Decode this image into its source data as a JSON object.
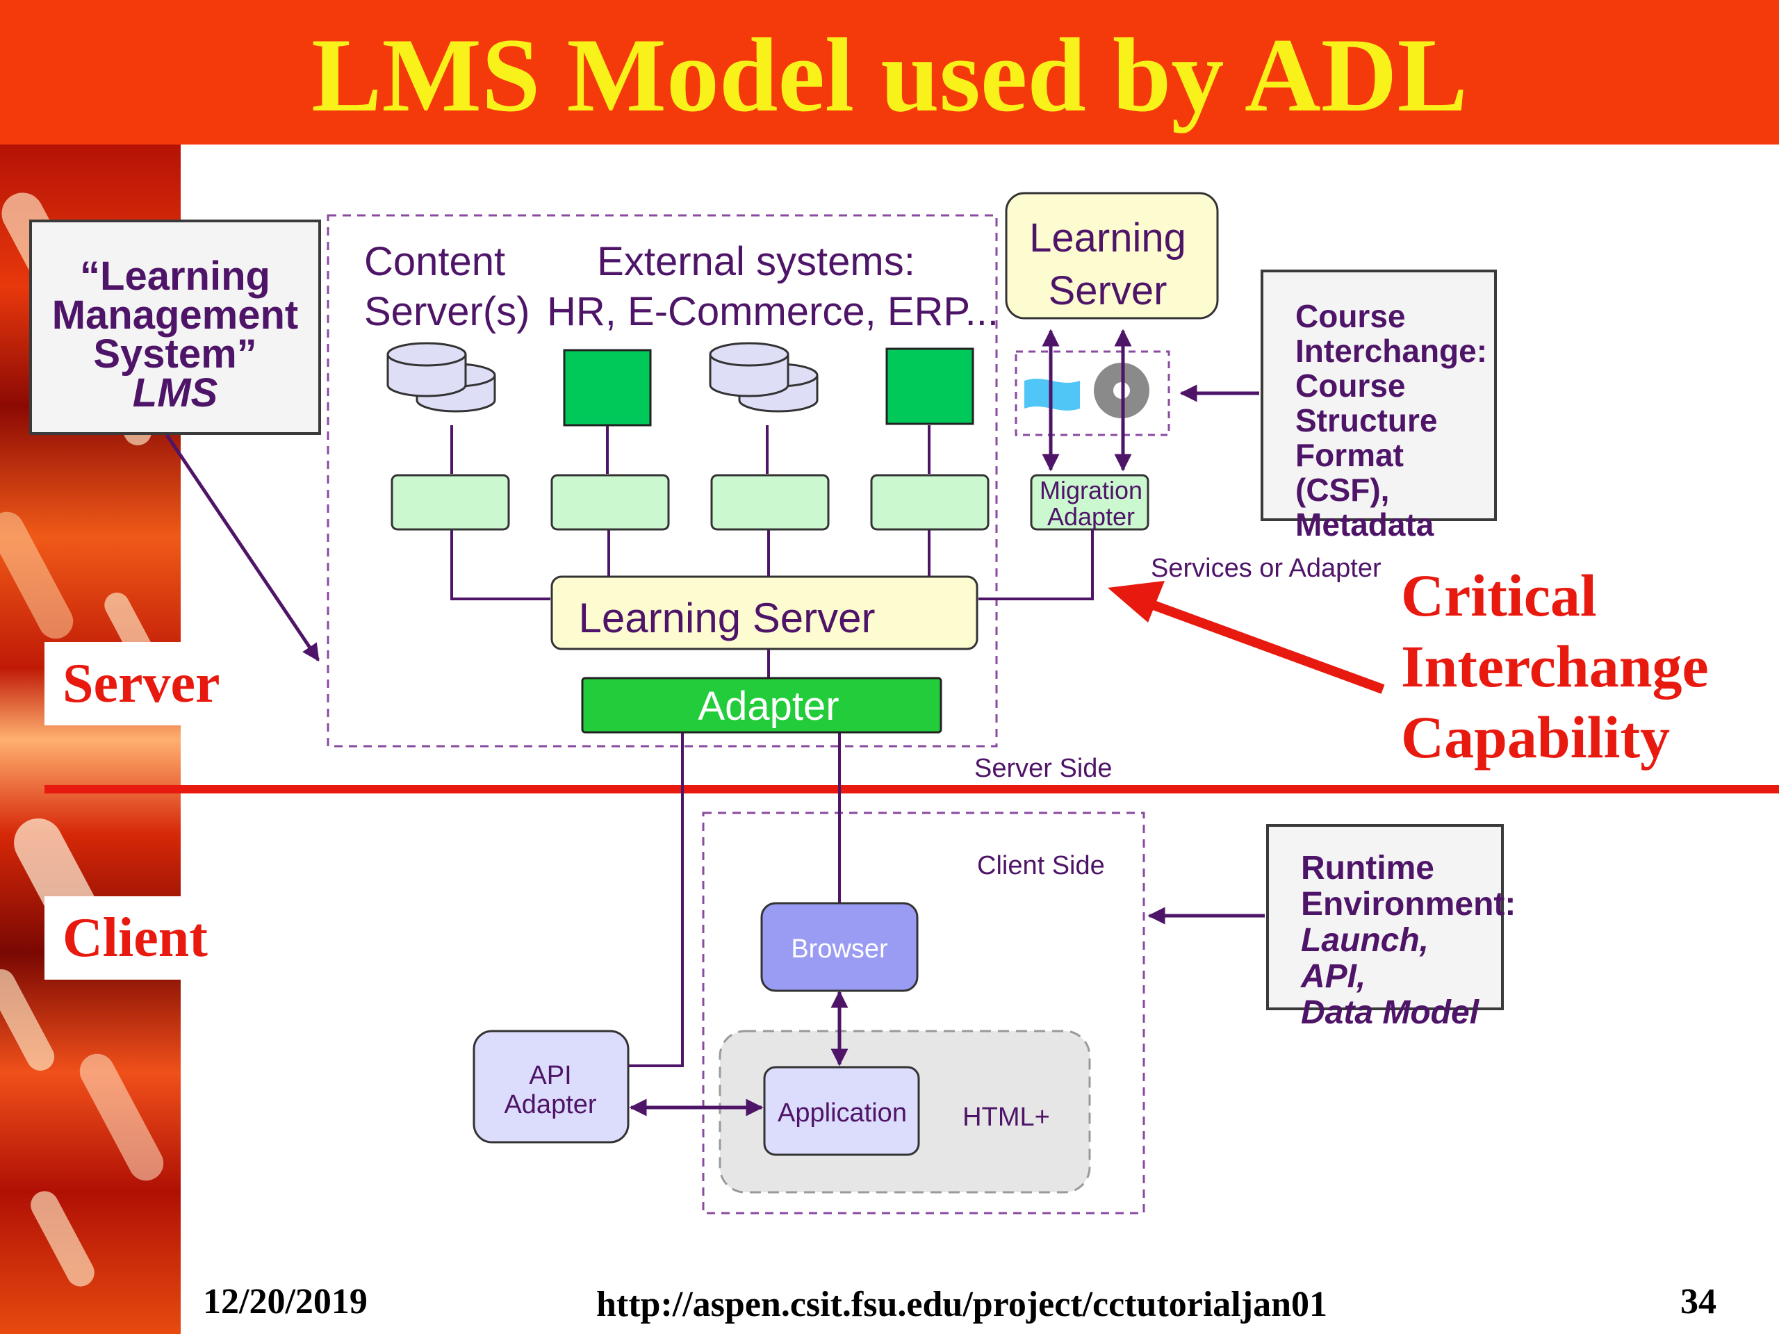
{
  "slide": {
    "title": "LMS Model used by ADL",
    "server_label": "Server",
    "client_label": "Client",
    "critical_label": [
      "Critical",
      "Interchange",
      "Capability"
    ]
  },
  "lms_box": {
    "line1": "“Learning",
    "line2": "Management",
    "line3": "System”",
    "line4": "LMS"
  },
  "course_box": {
    "lines": [
      "Course",
      "Interchange:",
      "Course",
      "Structure",
      "Format (CSF),",
      "Metadata"
    ]
  },
  "runtime_box": {
    "line1": "Runtime",
    "line2": "Environment:",
    "line3": "Launch, API,",
    "line4": "Data Model"
  },
  "diagram": {
    "content_servers": [
      "Content",
      "Server(s)"
    ],
    "external_systems": [
      "External systems:",
      "HR, E-Commerce, ERP..."
    ],
    "learning_server_top": [
      "Learning",
      "Server"
    ],
    "migration_adapter": [
      "Migration",
      "Adapter"
    ],
    "services_or_adapter": "Services or Adapter",
    "learning_server_main": "Learning Server",
    "adapter": "Adapter",
    "server_side": "Server Side",
    "client_side": "Client Side",
    "browser": "Browser",
    "api_adapter": [
      "API",
      "Adapter"
    ],
    "application": "Application",
    "html_plus": "HTML+"
  },
  "colors": {
    "title_bar": "#f43a0a",
    "title_text": "#f8f21a",
    "red_accent": "#e8190e",
    "purple": "#4e1468",
    "green_box": "#00c95a",
    "adapter_green": "#22cc3a",
    "light_green": "#ccf8d0",
    "light_yellow": "#fdfbd0",
    "browser_blue": "#9a9cf4",
    "light_lavender": "#dcdcfc"
  },
  "footer": {
    "date": "12/20/2019",
    "url": "http://aspen.csit.fsu.edu/project/cctutorialjan01",
    "page": "34"
  }
}
